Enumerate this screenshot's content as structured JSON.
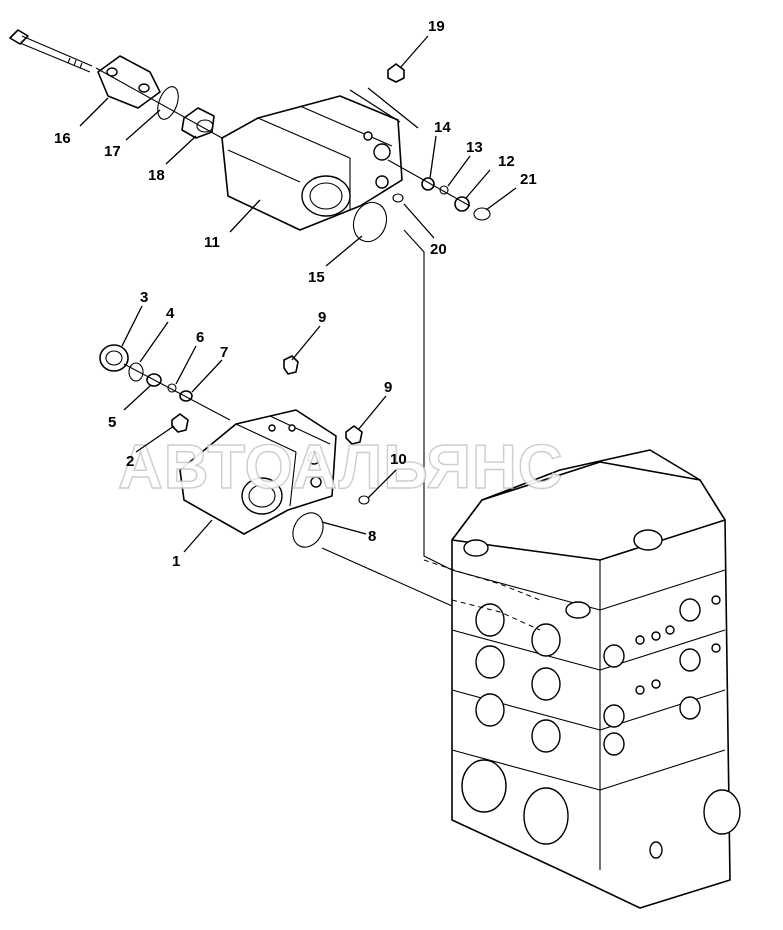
{
  "watermark": "АВТОАЛЬЯНС",
  "callouts": [
    {
      "id": "c16",
      "text": "16"
    },
    {
      "id": "c17",
      "text": "17"
    },
    {
      "id": "c18",
      "text": "18"
    },
    {
      "id": "c19",
      "text": "19"
    },
    {
      "id": "c11",
      "text": "11"
    },
    {
      "id": "c14",
      "text": "14"
    },
    {
      "id": "c13",
      "text": "13"
    },
    {
      "id": "c12",
      "text": "12"
    },
    {
      "id": "c21",
      "text": "21"
    },
    {
      "id": "c20",
      "text": "20"
    },
    {
      "id": "c15",
      "text": "15"
    },
    {
      "id": "c3",
      "text": "3"
    },
    {
      "id": "c4",
      "text": "4"
    },
    {
      "id": "c6",
      "text": "6"
    },
    {
      "id": "c7",
      "text": "7"
    },
    {
      "id": "c5",
      "text": "5"
    },
    {
      "id": "c9a",
      "text": "9"
    },
    {
      "id": "c9b",
      "text": "9"
    },
    {
      "id": "c2",
      "text": "2"
    },
    {
      "id": "c10",
      "text": "10"
    },
    {
      "id": "c1",
      "text": "1"
    },
    {
      "id": "c8",
      "text": "8"
    }
  ]
}
